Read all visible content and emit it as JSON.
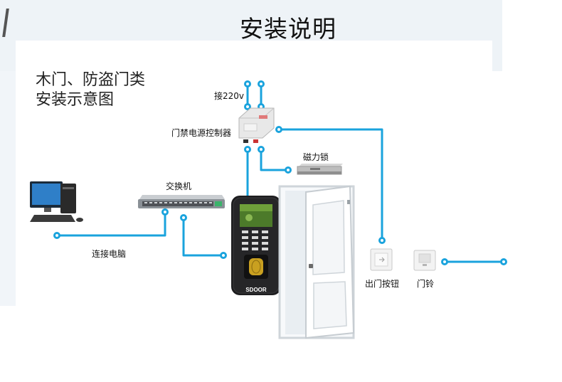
{
  "title": "安装说明",
  "subtitle": {
    "line1": "木门、防盗门类",
    "line2": "安装示意图"
  },
  "labels": {
    "power_in": "接220v",
    "power_controller": "门禁电源控制器",
    "magnetic_lock": "磁力锁",
    "switch": "交换机",
    "connect_pc": "连接电脑",
    "exit_button": "出门按钮",
    "doorbell": "门铃",
    "device_brand": "SDOOR"
  },
  "colors": {
    "wire": "#1aa3dd",
    "device_body": "#1d1d1f",
    "panel_bg": "#eef3f7"
  },
  "icons": [
    "computer-icon",
    "network-switch-icon",
    "power-controller-icon",
    "magnetic-lock-icon",
    "fingerprint-terminal-icon",
    "door-icon",
    "exit-button-icon",
    "doorbell-icon"
  ]
}
